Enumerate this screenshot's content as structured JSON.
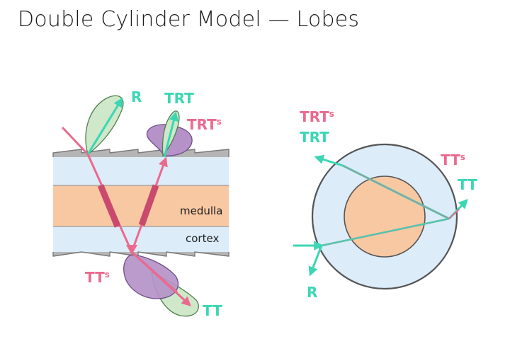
{
  "title": "Double Cylinder Model — Lobes",
  "left_labels": {
    "r": "R",
    "trt": "TRT",
    "trt_s": "TRT",
    "trt_s_sup": "s",
    "medulla": "medulla",
    "cortex": "cortex",
    "tt_s": "TT",
    "tt_s_sup": "s",
    "tt": "TT"
  },
  "right_labels": {
    "trt_s": "TRT",
    "trt_s_sup": "s",
    "trt": "TRT",
    "tt_s": "TT",
    "tt_s_sup": "s",
    "tt": "TT",
    "r": "R"
  },
  "colors": {
    "teal": "#3bd6b3",
    "pink": "#ea6a8e",
    "cortex": "#dcecf8",
    "medulla": "#f8c8a2",
    "lobe_green": "#cfe8c9",
    "lobe_purple": "#b592c8",
    "dark_pink": "#c94a6e"
  }
}
